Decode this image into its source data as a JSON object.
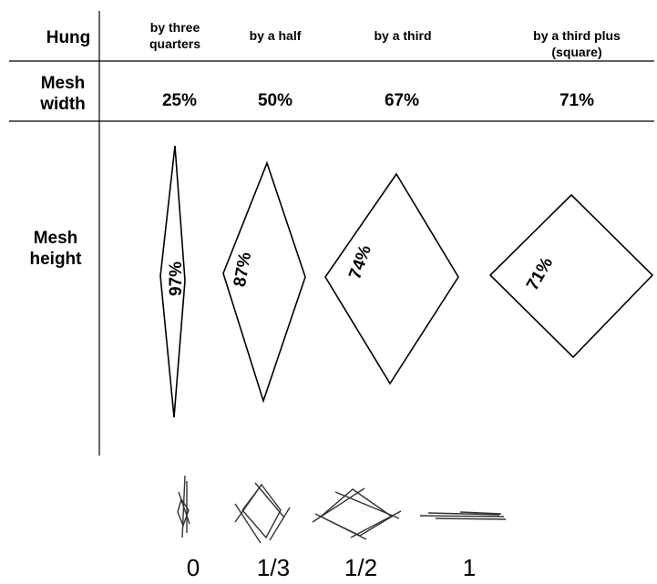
{
  "rows": {
    "hung": "Hung",
    "mesh_width": "Mesh width",
    "mesh_height": "Mesh height"
  },
  "columns": [
    {
      "hung": "by three quarters",
      "width": "25%",
      "height": "97%"
    },
    {
      "hung": "by a half",
      "width": "50%",
      "height": "87%"
    },
    {
      "hung": "by a third",
      "width": "67%",
      "height": "74%"
    },
    {
      "hung": "by a third plus (square)",
      "width": "71%",
      "height": "71%"
    }
  ],
  "scale": [
    "0",
    "1/3",
    "1/2",
    "1"
  ],
  "colors": {
    "ink": "#000000",
    "sketch": "#333333",
    "background": "#ffffff"
  }
}
